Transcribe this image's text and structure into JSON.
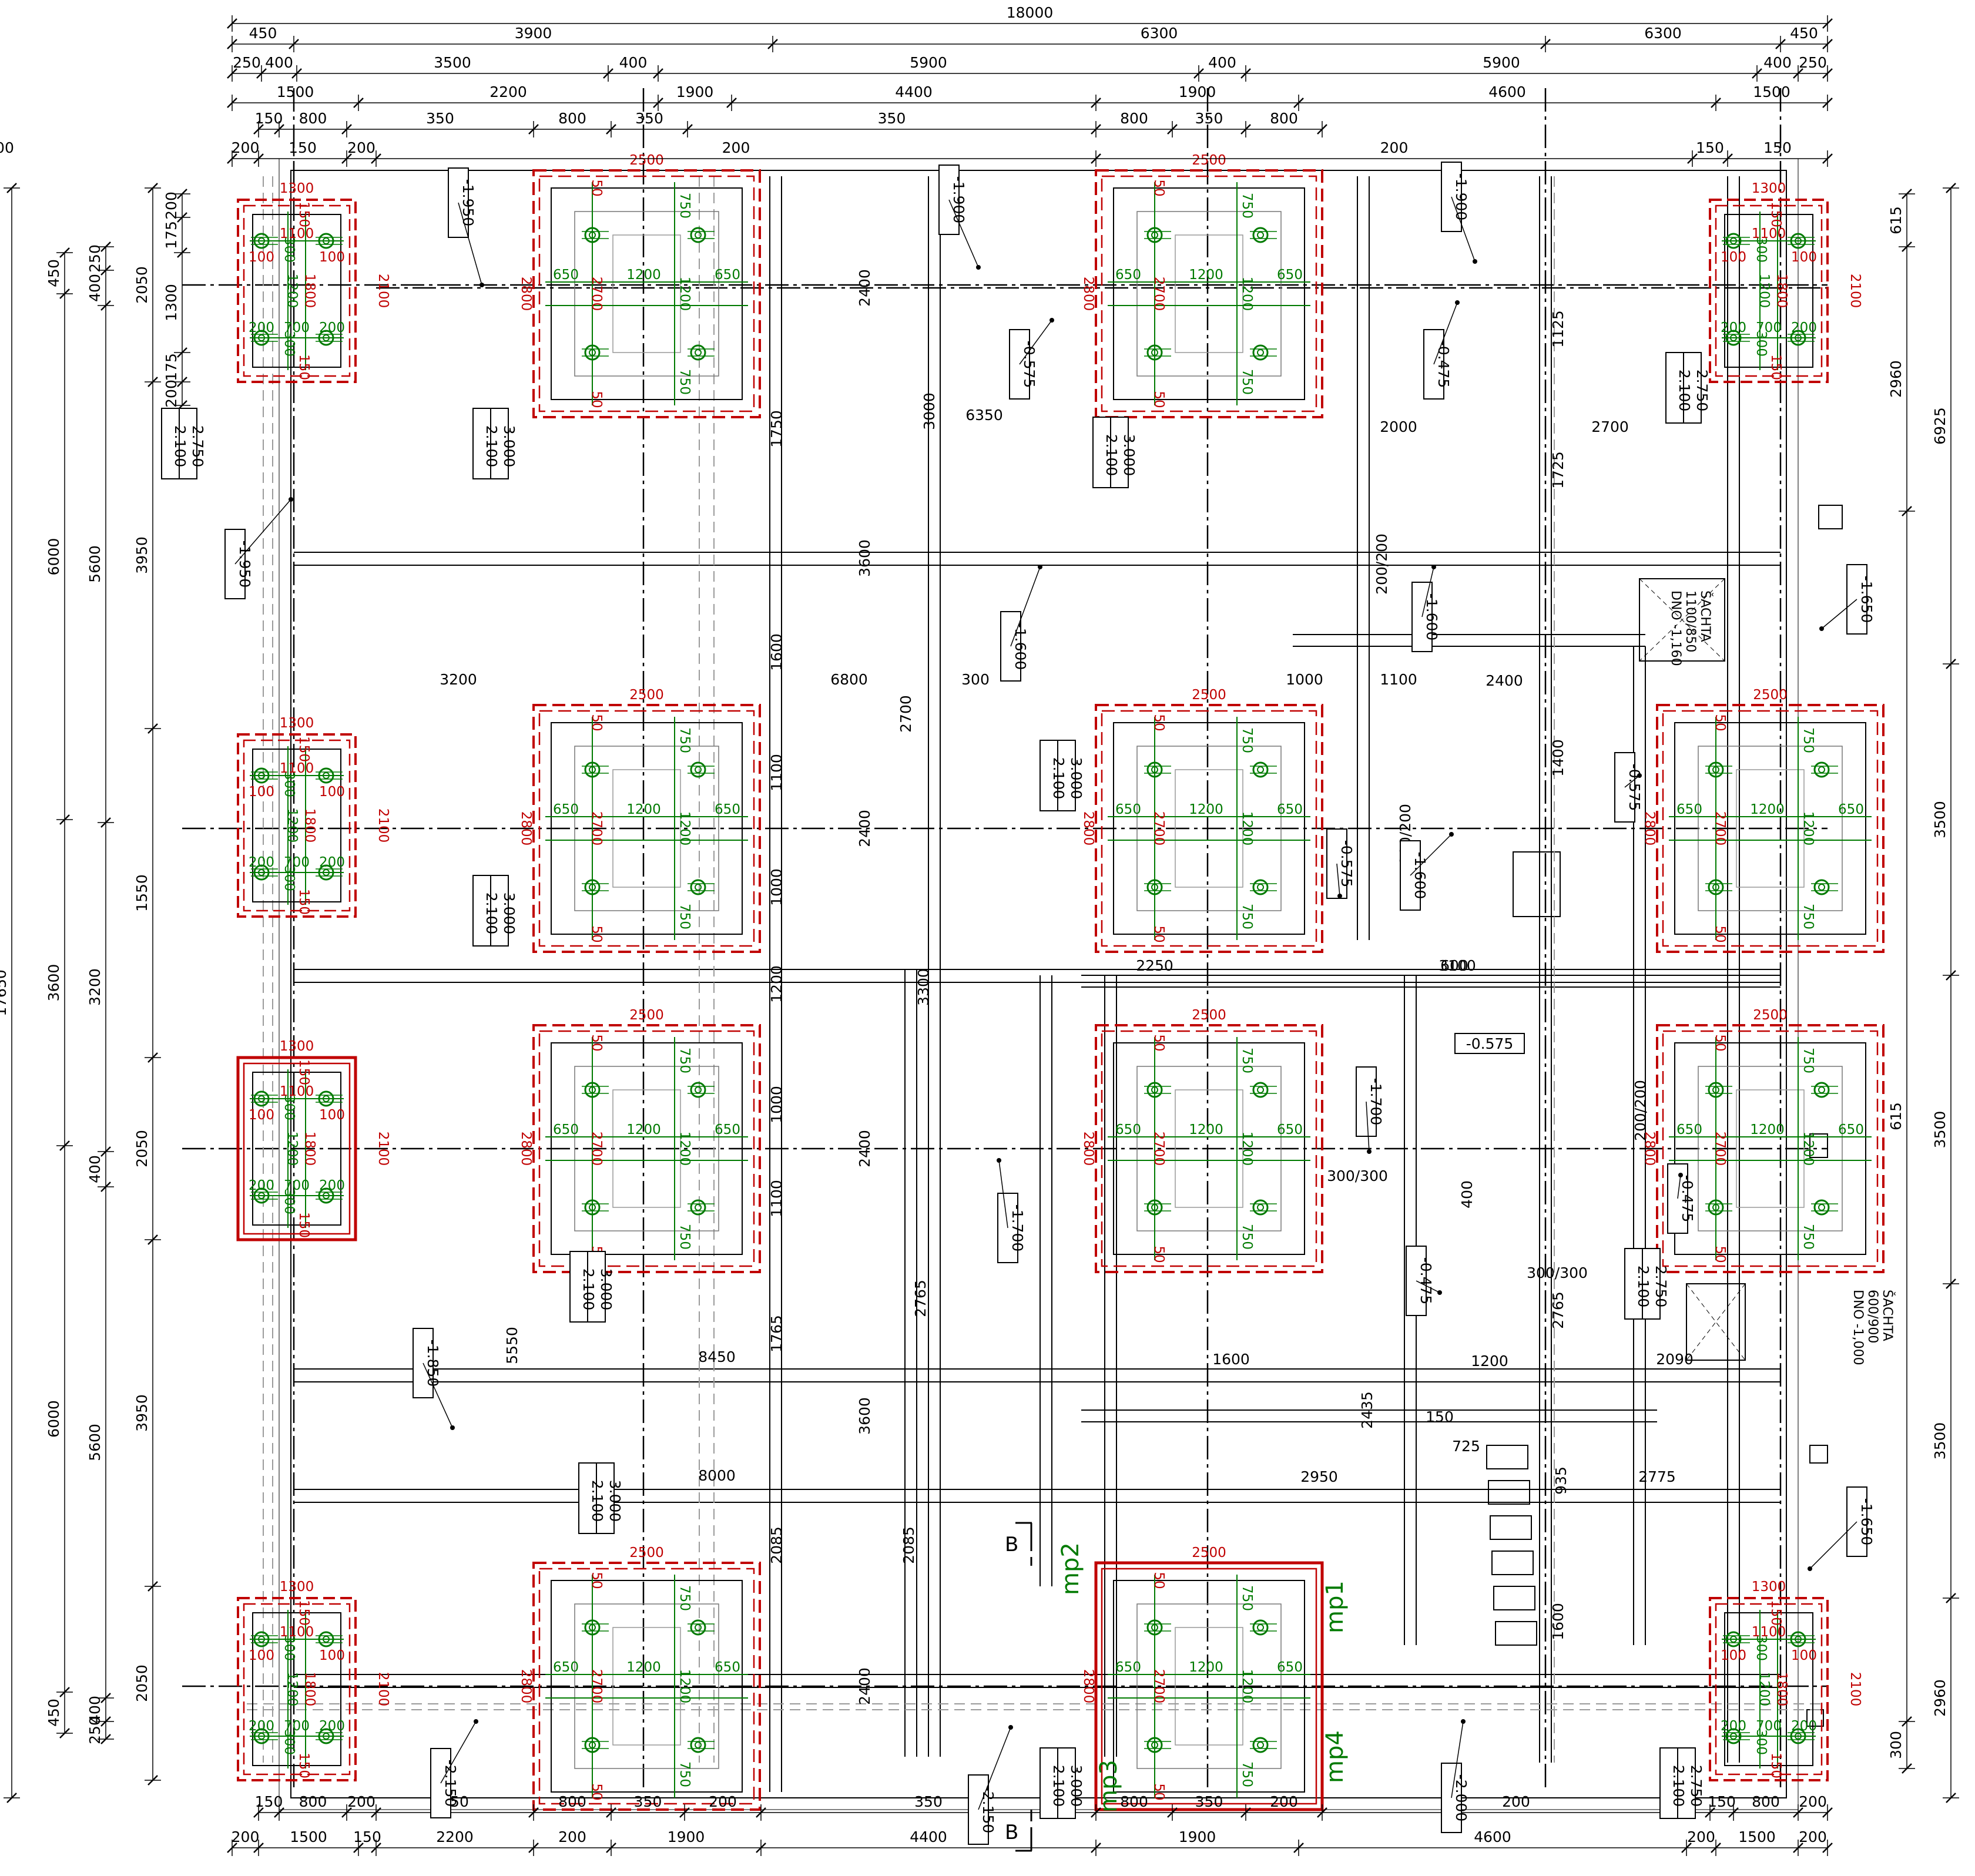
{
  "colors": {
    "lines": "#000000",
    "foundation_outline": "#c00000",
    "pile_annotation": "#007a00",
    "hidden_lines": "#9a9a9a"
  },
  "top_dims": {
    "overall": "18000",
    "row1": [
      "450",
      "3900",
      "6300",
      "6300",
      "450"
    ],
    "row2": [
      "250",
      "400",
      "3500",
      "400",
      "5900",
      "400",
      "5900",
      "400",
      "250"
    ],
    "row3": [
      "1500",
      "2200",
      "1900",
      "4400",
      "1900",
      "4600",
      "1500"
    ],
    "row4": [
      "150",
      "800",
      "350",
      "800",
      "350",
      "350",
      "800",
      "350",
      "800"
    ],
    "row5": [
      "200",
      "150",
      "200",
      "200",
      "200",
      "150",
      "150",
      "200"
    ]
  },
  "bottom_dims": {
    "row1": [
      "150",
      "800",
      "200",
      "350",
      "800",
      "350",
      "200",
      "350",
      "800",
      "350",
      "200",
      "200",
      "150",
      "800",
      "200"
    ],
    "row2": [
      "200",
      "1500",
      "150",
      "2200",
      "200",
      "1900",
      "4400",
      "1900",
      "4600",
      "200",
      "1500",
      "200"
    ]
  },
  "left_dims": {
    "overall": "17650",
    "outer": [
      "2050",
      "3950",
      "1550",
      "2050",
      "3950",
      "2050"
    ],
    "middle": [
      "450",
      "6000",
      "3600",
      "6000",
      "450"
    ],
    "inner": [
      "250",
      "400",
      "5600",
      "3200",
      "400",
      "5600",
      "400",
      "250"
    ],
    "piles": [
      "200",
      "175",
      "1300",
      "175",
      "200"
    ]
  },
  "right_dims": {
    "outer": [
      "6925",
      "3500",
      "3500",
      "3500",
      "2960"
    ],
    "inner": [
      "615",
      "2960",
      "615",
      "300"
    ]
  },
  "inner_dims": [
    "3000",
    "3600",
    "2700",
    "3300",
    "2765",
    "3600",
    "2085",
    "2400",
    "2400",
    "2400",
    "2400",
    "1600",
    "1200",
    "1100",
    "1000",
    "1100",
    "1000",
    "1765",
    "2085",
    "1750",
    "6350",
    "6800",
    "3200",
    "8450",
    "8000",
    "5550",
    "2250",
    "3100",
    "2000",
    "2700",
    "2400",
    "1400",
    "1725",
    "1125",
    "2765",
    "1600",
    "2435",
    "2950",
    "2775",
    "2090",
    "1600",
    "1200",
    "935",
    "725",
    "1000",
    "1100",
    "600",
    "400",
    "300",
    "150",
    "200/200",
    "200/200",
    "200/200",
    "300/300",
    "300/300"
  ],
  "footings": {
    "large_width": "2500",
    "large_height": "2800",
    "large_inner": "2700",
    "pile_spacing": "1200",
    "pile_edge_x": "650",
    "pile_edge_y": "750",
    "pile_offset": "50",
    "small_width": "1300",
    "small_height": "2100",
    "small_inner": "1800",
    "small_spacing": "1100",
    "small_edge": "100",
    "small_bottom": [
      "200",
      "700",
      "200"
    ],
    "small_offset": "150",
    "small_web": "300",
    "small_cross": "1200"
  },
  "levels": [
    "-1.900",
    "-1.950",
    "-0.575",
    "-1.900",
    "-0.475",
    "-1.950",
    "-1.600",
    "-1.600",
    "-1.650",
    "-0.575",
    "-1.600",
    "-0.575",
    "-0.575",
    "-1.700",
    "-1.700",
    "-0.475",
    "-0.475",
    "-1.850",
    "-1.650",
    "-2.150",
    "-2.150",
    "-2.000"
  ],
  "levels_double": [
    [
      "-2.100",
      "-2.750"
    ],
    [
      "-2.100",
      "-3.000"
    ],
    [
      "-2.100",
      "-3.000"
    ],
    [
      "-2.100",
      "-2.750"
    ],
    [
      "-2.100",
      "-3.000"
    ],
    [
      "-2.100",
      "-3.000"
    ],
    [
      "-2.100",
      "-3.000"
    ],
    [
      "-2.100",
      "-2.750"
    ],
    [
      "-2.100",
      "-3.000"
    ],
    [
      "-2.100",
      "-3.000"
    ],
    [
      "-2.100",
      "-2.750"
    ]
  ],
  "shafts": [
    {
      "lines": [
        "ŠACHTA",
        "1100/850",
        "DNO -1,160"
      ]
    },
    {
      "lines": [
        "ŠACHTA",
        "600/900",
        "DNO -1,000"
      ]
    }
  ],
  "section": {
    "label": "B"
  },
  "mp_labels": [
    "mp1",
    "mp2",
    "mp3",
    "mp4"
  ]
}
